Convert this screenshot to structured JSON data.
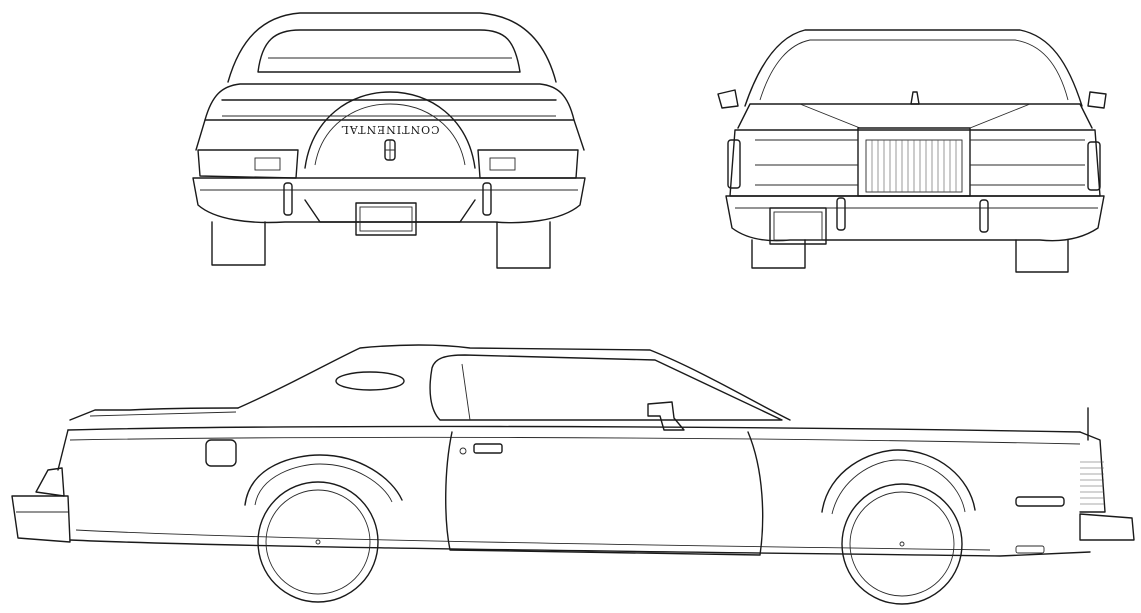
{
  "diagram": {
    "views": [
      {
        "id": "rear",
        "label": ""
      },
      {
        "id": "front",
        "label": ""
      },
      {
        "id": "side",
        "label": ""
      }
    ],
    "trunk_wordmark": "CONTINENTAL"
  }
}
